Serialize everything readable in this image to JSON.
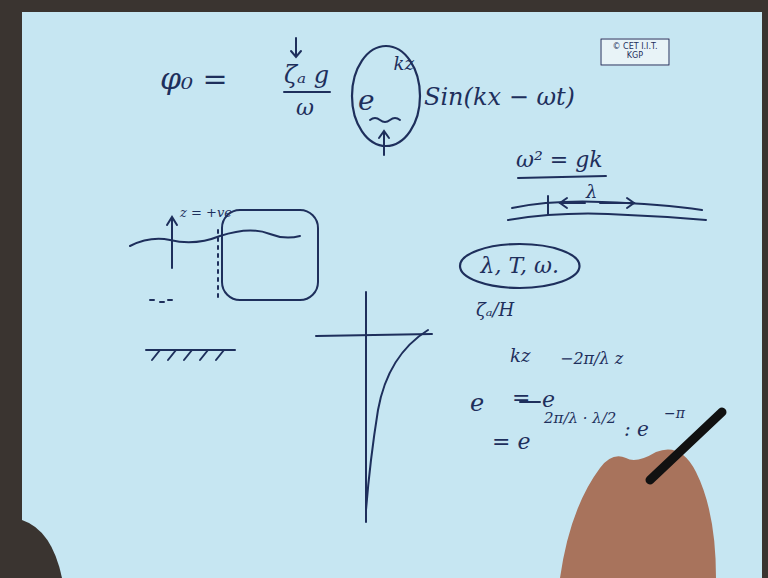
{
  "diagram": {
    "nodes": [
      {
        "text": [
          "kz"
        ]
      },
      {
        "text": [
          "© CET I.I.T. KGP"
        ]
      },
      {
        "text": [
          "λ, T, ω."
        ]
      }
    ],
    "labels": [
      "φ₀ =",
      "ζₐ g",
      "ω",
      "e",
      "Sin(kx − ωt)",
      "ω² = gk",
      "λ",
      "z = +ve",
      "ζₐ/H",
      "kz",
      "−2π/λ z",
      "e",
      "=",
      "e",
      "= e",
      "2π/λ · λ/2",
      ": e",
      "−π"
    ]
  }
}
